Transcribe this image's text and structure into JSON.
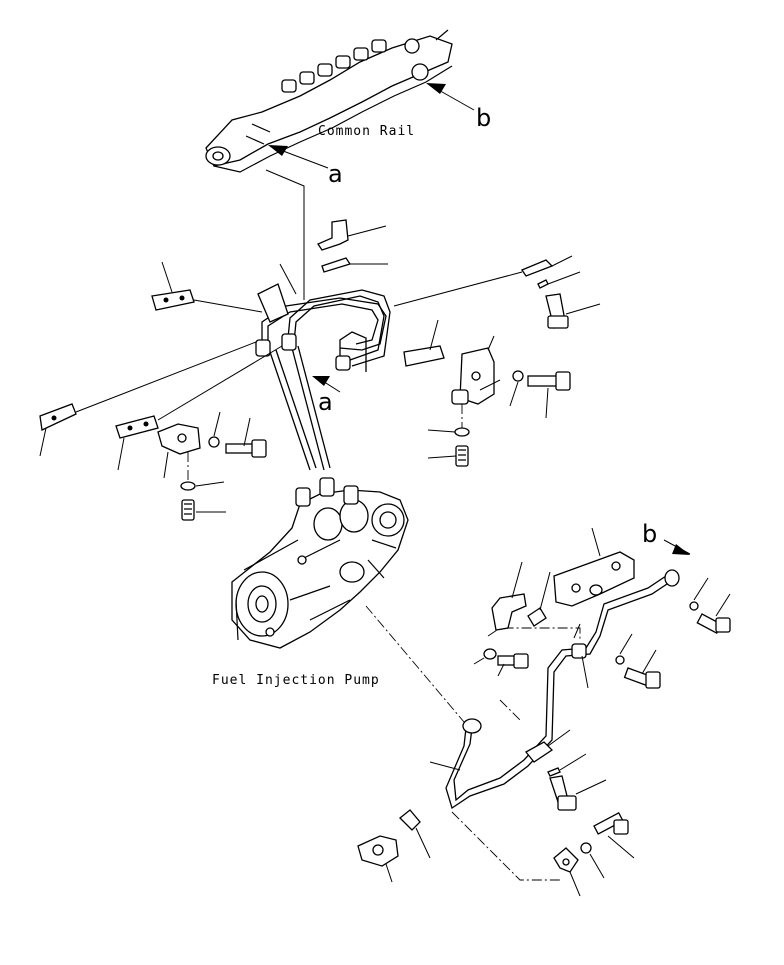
{
  "labels": {
    "common_rail": "Common Rail",
    "fuel_injection_pump": "Fuel Injection Pump",
    "ref_a_top": "a",
    "ref_a_mid": "a",
    "ref_b_top": "b",
    "ref_b_right": "b"
  },
  "colors": {
    "line": "#000000",
    "background": "#ffffff"
  }
}
